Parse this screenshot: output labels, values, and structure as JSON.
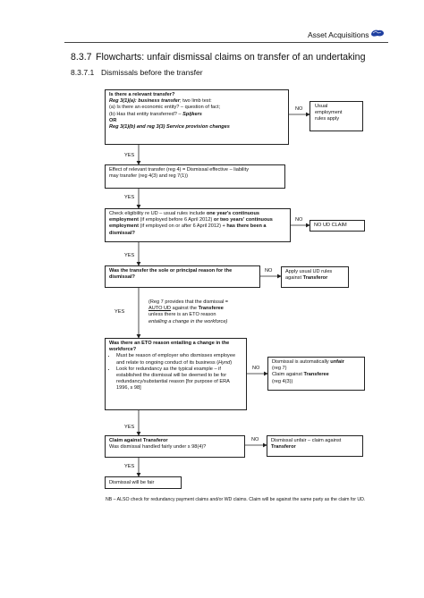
{
  "header": {
    "running_title": "Asset Acquisitions"
  },
  "section": {
    "number": "8.3.7",
    "title": "Flowcharts: unfair dismissal claims on transfer of an undertaking"
  },
  "subsection": {
    "number": "8.3.7.1",
    "title": "Dismissals before the transfer"
  },
  "flow": {
    "q1": {
      "heading": "Is there a relevant transfer?",
      "line1_italic_bold": "Reg 3(1)(a): business transfer",
      "line1_rest": "; two limb test:",
      "line2": "(a) Is there an economic entity? – question of fact;",
      "line3_plain": "(b) Has that entity transferred? – ",
      "line3_case": "Spijkers",
      "or": "OR",
      "line4": "Reg 3(1)(b) and reg 3(3) Service provision changes"
    },
    "usual_rules": [
      "Usual",
      "employment",
      "rules apply"
    ],
    "effect": [
      "Effect of relevant transfer (reg 4) = Dismissal effective – liability",
      "may transfer (reg 4(3) and reg 7(1))"
    ],
    "eligibility": {
      "a": "Check eligibility re UD – usual rules include ",
      "b": "one year's continuous",
      "c": "employment",
      "d": " (if employed before 6 April 2012) ",
      "e": "or two years'",
      "f": "continuous employment",
      "g": " (if employed on or after 6 April 2012) + ",
      "h": "has there been a dismissal?"
    },
    "no_ud_claim": "NO UD CLAIM",
    "sole_reason": [
      "Was the transfer the sole or principal reason for the",
      "dismissal?"
    ],
    "apply_usual": {
      "line1": "Apply usual UD rules",
      "line2_plain": "against ",
      "line2_bold": "Transferor"
    },
    "reg7_note": {
      "line1": "(Reg 7 provides that the dismissal =",
      "line2_bold": "AUTO UD",
      "line2_plain": " against the ",
      "line2_bold2": "Transferee",
      "line3": "unless there is an ETO reason",
      "line4": "entailing a change in the workforce)"
    },
    "eto": {
      "heading": "Was there an ETO reason entailing a change in the workforce?",
      "bullet1": "Must be reason of employer who dismisses employee and relate to ongoing conduct of its business (",
      "bullet1_case": "Hynd",
      "bullet1_end": ")",
      "bullet2": "Look for redundancy as the typical example – if established the dismissal will be deemed to be for redundancy/substantial reason [for purpose of ERA 1996, s 98]"
    },
    "auto_unfair": {
      "line1_plain": "Dismissal is automatically ",
      "line1_bold": "unfair",
      "line2": "(reg 7)",
      "line3_plain": "Claim against ",
      "line3_bold": "Transferee",
      "line4": "(reg 4(3))"
    },
    "claim_transferor": {
      "line1_bold": "Claim against Transferor",
      "line2": "Was dismissal handled fairly under s 98(4)?"
    },
    "dismissal_unfair": {
      "line1": "Dismissal unfair – claim against",
      "line2_bold": "Transferor"
    },
    "fair": "Dismissal will be fair",
    "labels": {
      "yes": "YES",
      "no": "NO"
    }
  },
  "footnote": "NB – ALSO check for redundancy payment claims and/or WD claims. Claim will be against the same party as the claim for UD.",
  "colors": {
    "logo": "#1f3fa0",
    "text": "#111111",
    "border": "#222222"
  }
}
